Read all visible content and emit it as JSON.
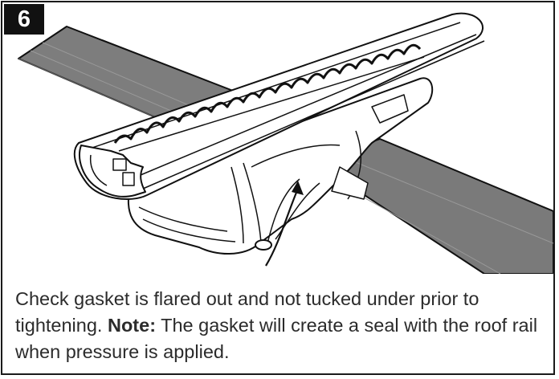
{
  "step": {
    "number": "6"
  },
  "instruction": {
    "text_before_note": "Check gasket is flared out and not tucked under prior to tightening. ",
    "note_label": "Note:",
    "note_text": " The gasket will create a seal with the roof rail when pressure is applied."
  },
  "colors": {
    "frame": "#1a1a1a",
    "badge_background": "#111111",
    "badge_text": "#ffffff",
    "roof_rail": "#7a7a7a",
    "line_art": "#111111",
    "caption_text": "#2b2b2b"
  },
  "icons": {
    "pointer_arrow": "curved-arrow-icon"
  }
}
